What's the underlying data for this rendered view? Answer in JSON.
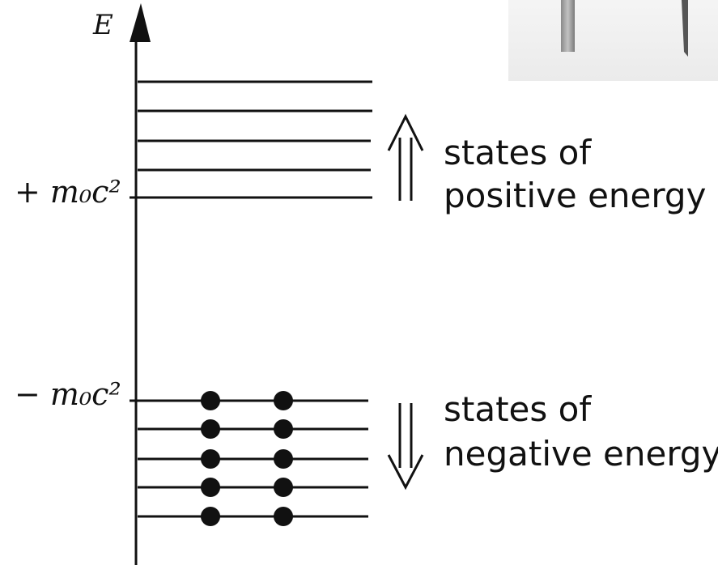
{
  "axis": {
    "label": "E"
  },
  "positive_band": {
    "edge_label": "+ m₀c²",
    "caption_line1": "states of",
    "caption_line2": "positive energy",
    "level_count": 5,
    "filled": false
  },
  "negative_band": {
    "edge_label": "− m₀c²",
    "caption_line1": "states of",
    "caption_line2": "negative energy",
    "level_count": 5,
    "filled": true,
    "electrons_per_level": 2
  },
  "photo_inset": {
    "description_icon": "photo-fragment"
  },
  "colors": {
    "ink": "#111111",
    "background": "#ffffff",
    "photo_bg": "#f2f2f2"
  }
}
